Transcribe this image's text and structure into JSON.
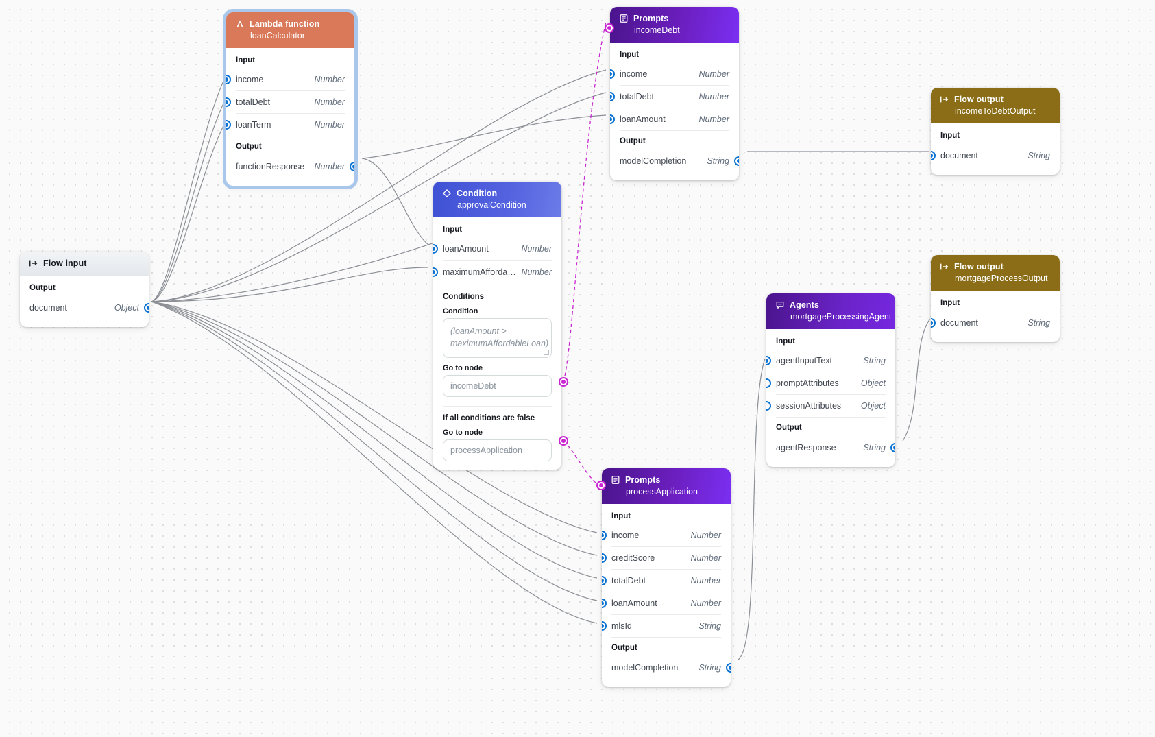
{
  "canvas": {
    "background": "#fafafa",
    "grid": "dot"
  },
  "colors": {
    "lambda": "#d9795a",
    "prompts": "#6b1fbf",
    "agents": "#6b24c9",
    "condition": "#5563e0",
    "flow_output": "#8a6d16",
    "flow_input": "#e4e8ec",
    "port": "#0972d3",
    "port_conditional": "#c925d1"
  },
  "labels": {
    "input": "Input",
    "output": "Output",
    "conditions": "Conditions",
    "condition": "Condition",
    "go_to_node": "Go to node",
    "if_all_false": "If all conditions are false"
  },
  "types": {
    "number": "Number",
    "string": "String",
    "object": "Object"
  },
  "nodes": {
    "flow_input": {
      "type": "Flow input",
      "icon": "flow-input-icon",
      "outputs": [
        {
          "name": "document",
          "type": "Object",
          "connected": true
        }
      ]
    },
    "lambda": {
      "type": "Lambda function",
      "name": "loanCalculator",
      "icon": "lambda-icon",
      "selected": true,
      "inputs": [
        {
          "name": "income",
          "type": "Number",
          "connected": true
        },
        {
          "name": "totalDebt",
          "type": "Number",
          "connected": true
        },
        {
          "name": "loanTerm",
          "type": "Number",
          "connected": true
        }
      ],
      "outputs": [
        {
          "name": "functionResponse",
          "type": "Number",
          "connected": true
        }
      ]
    },
    "income_debt": {
      "type": "Prompts",
      "name": "incomeDebt",
      "icon": "prompts-icon",
      "inputs": [
        {
          "name": "income",
          "type": "Number",
          "connected": true
        },
        {
          "name": "totalDebt",
          "type": "Number",
          "connected": true
        },
        {
          "name": "loanAmount",
          "type": "Number",
          "connected": true
        }
      ],
      "outputs": [
        {
          "name": "modelCompletion",
          "type": "String",
          "connected": true
        }
      ]
    },
    "approval_condition": {
      "type": "Condition",
      "name": "approvalCondition",
      "icon": "condition-icon",
      "inputs": [
        {
          "name": "loanAmount",
          "type": "Number",
          "connected": true
        },
        {
          "name": "maximumAfforda…",
          "type": "Number",
          "connected": true
        }
      ],
      "condition_expression": "(loanAmount > maximumAffordableLoan)",
      "true_target": "incomeDebt",
      "false_target": "processApplication"
    },
    "process_application": {
      "type": "Prompts",
      "name": "processApplication",
      "icon": "prompts-icon",
      "inputs": [
        {
          "name": "income",
          "type": "Number",
          "connected": true
        },
        {
          "name": "creditScore",
          "type": "Number",
          "connected": true
        },
        {
          "name": "totalDebt",
          "type": "Number",
          "connected": true
        },
        {
          "name": "loanAmount",
          "type": "Number",
          "connected": true
        },
        {
          "name": "mlsId",
          "type": "String",
          "connected": true
        }
      ],
      "outputs": [
        {
          "name": "modelCompletion",
          "type": "String",
          "connected": true
        }
      ]
    },
    "mortgage_agent": {
      "type": "Agents",
      "name": "mortgageProcessingAgent",
      "icon": "agents-icon",
      "inputs": [
        {
          "name": "agentInputText",
          "type": "String",
          "connected": true
        },
        {
          "name": "promptAttributes",
          "type": "Object",
          "connected": false
        },
        {
          "name": "sessionAttributes",
          "type": "Object",
          "connected": false
        }
      ],
      "outputs": [
        {
          "name": "agentResponse",
          "type": "String",
          "connected": true
        }
      ]
    },
    "income_to_debt_output": {
      "type": "Flow output",
      "name": "incomeToDebtOutput",
      "icon": "flow-output-icon",
      "inputs": [
        {
          "name": "document",
          "type": "String",
          "connected": true
        }
      ]
    },
    "mortgage_process_output": {
      "type": "Flow output",
      "name": "mortgageProcessOutput",
      "icon": "flow-output-icon",
      "inputs": [
        {
          "name": "document",
          "type": "String",
          "connected": true
        }
      ]
    }
  }
}
